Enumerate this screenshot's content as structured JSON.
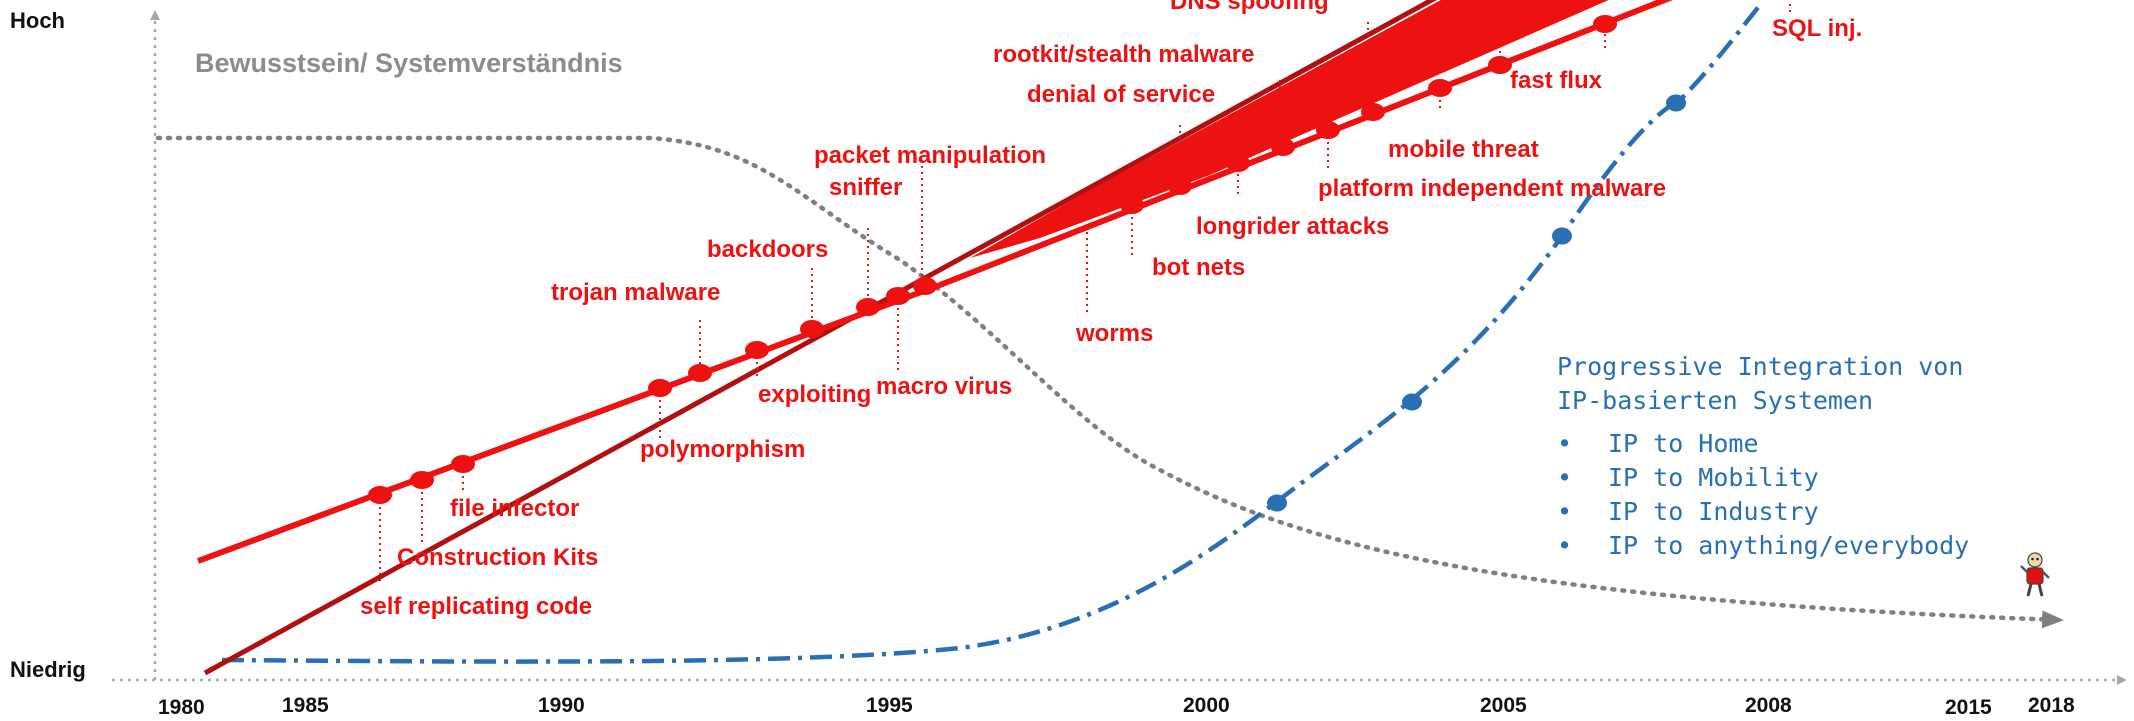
{
  "colors": {
    "threat": "#ee1111",
    "threat_dark": "#b01010",
    "awareness": "#808080",
    "ip_curve": "#2a6fb3",
    "axis": "#a8a8a8",
    "text": "#111111"
  },
  "axis": {
    "y_high": "Hoch",
    "y_low": "Niedrig",
    "years": [
      "1980",
      "1985",
      "1990",
      "1995",
      "2000",
      "2005",
      "2008",
      "2015",
      "2018"
    ]
  },
  "awareness_label": "Bewusstsein/ Systemverständnis",
  "threats": [
    "self replicating code",
    "Construction Kits",
    "file infector",
    "polymorphism",
    "trojan malware",
    "exploiting",
    "backdoors",
    "macro virus",
    "sniffer",
    "packet manipulation",
    "worms",
    "bot nets",
    "longrider attacks",
    "denial of service",
    "rootkit/stealth malware",
    "platform independent malware",
    "mobile threat",
    "fast flux",
    "DNS spoofing",
    "SQL inj."
  ],
  "ip_integration": {
    "title_line1": "Progressive Integration von",
    "title_line2": "IP-basierten Systemen",
    "bullets": [
      "IP to Home",
      "IP to Mobility",
      "IP to Industry",
      "IP to anything/everybody"
    ],
    "bullet_symbol": "•"
  },
  "mascot_icon": "robot-figure-icon"
}
